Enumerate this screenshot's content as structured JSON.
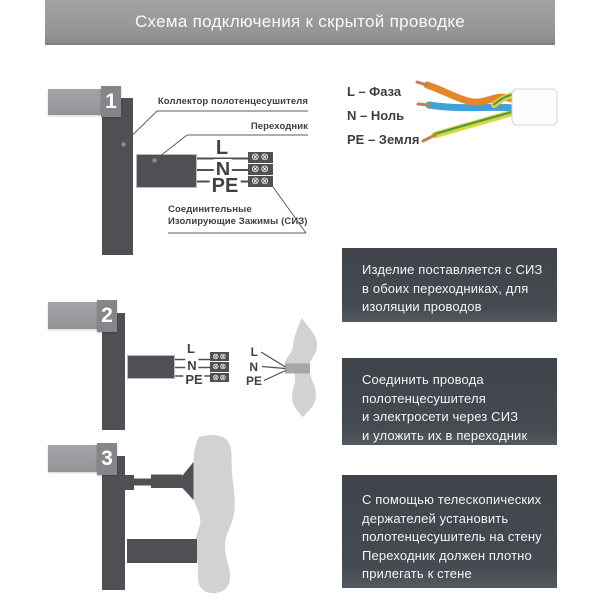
{
  "header": {
    "title": "Схема подключения к скрытой проводке"
  },
  "legend": {
    "rows": [
      {
        "label": "L – Фаза"
      },
      {
        "label": "N – Ноль"
      },
      {
        "label": "PE – Земля"
      }
    ]
  },
  "steps": {
    "one": {
      "number": "1",
      "label_collector": "Коллектор полотенцесушителя",
      "label_adapter": "Переходник",
      "label_siz": "Соединительные\nИзолирующие Зажимы (СИЗ)",
      "terminals": {
        "l": "L",
        "n": "N",
        "pe": "PE"
      },
      "clamp_symbol": "⊗⊗"
    },
    "two": {
      "number": "2",
      "terminals": {
        "l": "L",
        "n": "N",
        "pe": "PE"
      },
      "wall_terminals": {
        "l": "L",
        "n": "N",
        "pe": "PE"
      },
      "clamp_symbol": "⊗⊗"
    },
    "three": {
      "number": "3"
    }
  },
  "notes": {
    "one": "Изделие поставляется с СИЗ\nв обоих переходниках, для\nизоляции проводов",
    "two": "Соединить провода\nполотенцесушителя\nи электросети через СИЗ\nи уложить их в переходник",
    "three": "С помощью телескопических\nдержателей установить\nполотенцесушитель на стену\nПереходник должен плотно\nприлегать к стене"
  },
  "colors": {
    "dark_shape": "#4e5053",
    "note_panel": "#43474e",
    "wall": "#d2d2d4",
    "wall_stub": "#a7a7a9",
    "leader_line": "#5a5d60",
    "wire_phase_orange": "#e5862b",
    "wire_neutral_blue": "#41a0d8",
    "wire_earth_yellow": "#d9d53a",
    "wire_earth_green": "#499b4b",
    "wire_copper_tip": "#c0804f",
    "cable_sheath": "#fdfdfe"
  }
}
